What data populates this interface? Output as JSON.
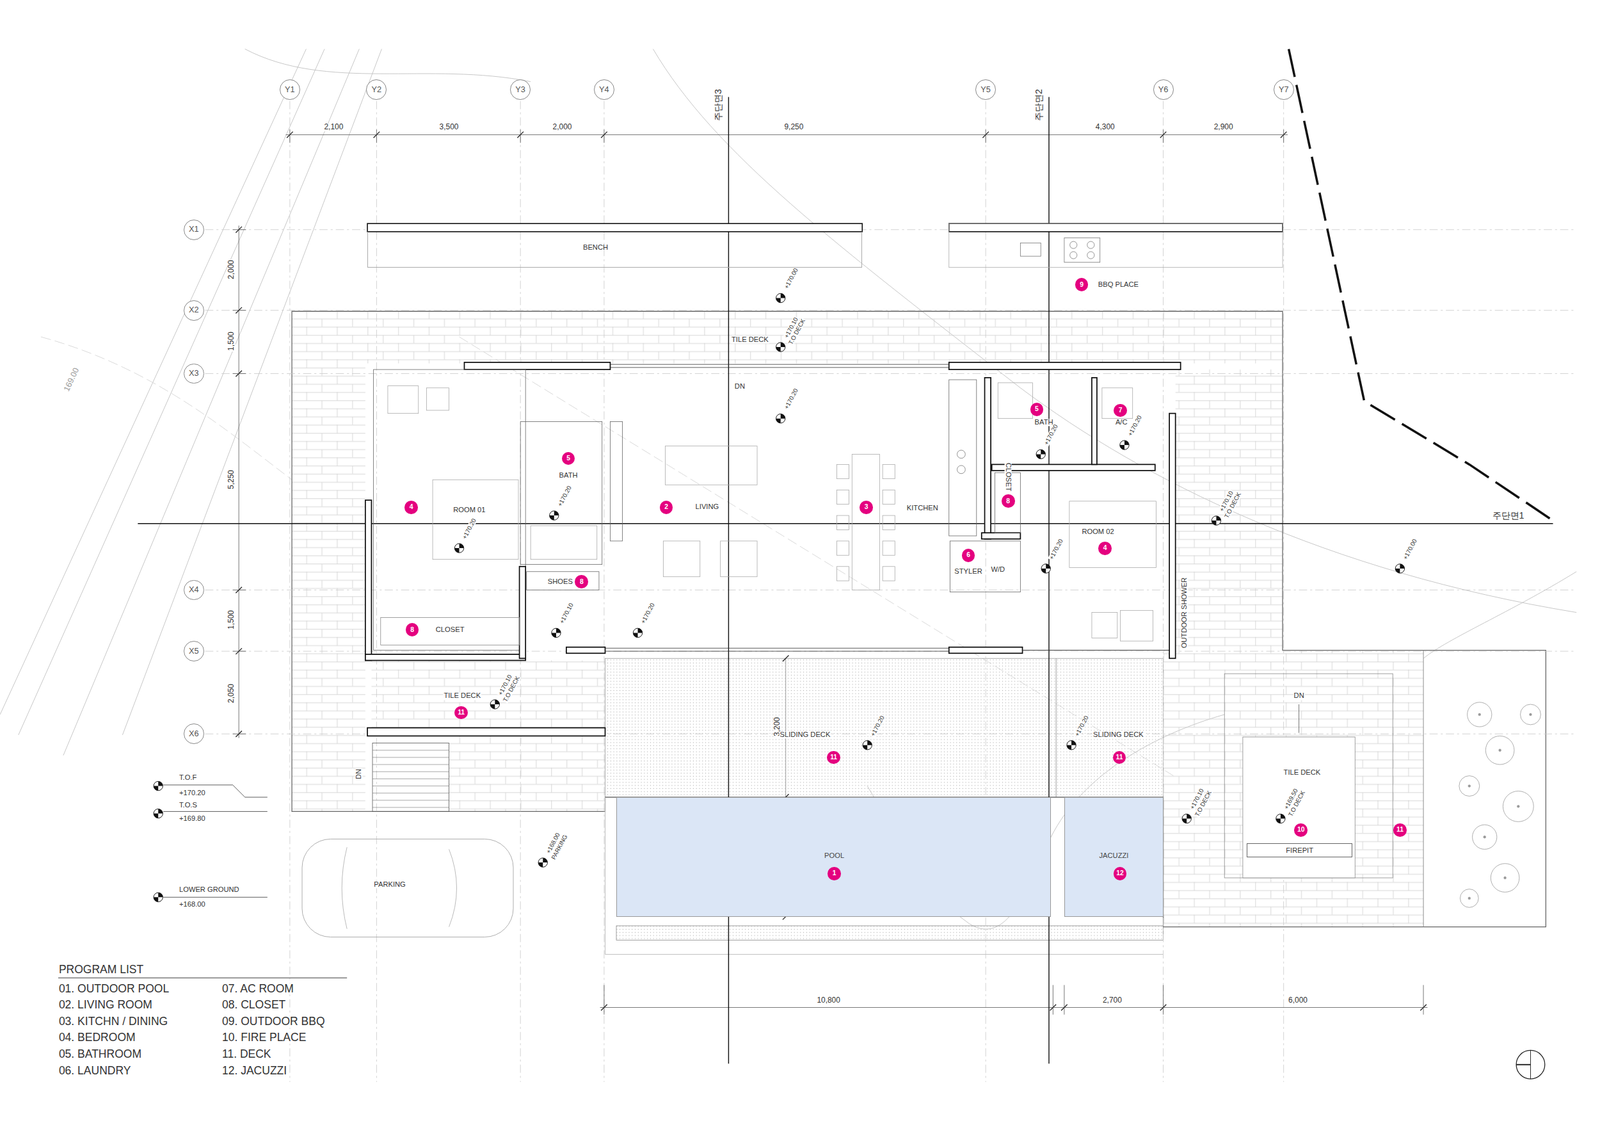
{
  "diagram": {
    "nodes": [
      {
        "text": [
          "BENCH"
        ]
      },
      {
        "text": [
          "POOL"
        ]
      },
      {
        "text": [
          "1"
        ],
        "in": 1
      },
      {
        "text": [
          "JACUZZI"
        ]
      },
      {
        "text": [
          "12"
        ],
        "in": 3
      },
      {
        "text": [
          "FIREPIT"
        ]
      },
      {
        "text": [
          "Y1"
        ]
      },
      {
        "text": [
          "Y2"
        ]
      },
      {
        "text": [
          "Y3"
        ]
      },
      {
        "text": [
          "Y4"
        ]
      },
      {
        "text": [
          "Y5"
        ]
      },
      {
        "text": [
          "Y6"
        ]
      },
      {
        "text": [
          "Y7"
        ]
      },
      {
        "text": [
          "X1"
        ]
      },
      {
        "text": [
          "X2"
        ]
      },
      {
        "text": [
          "X3"
        ]
      },
      {
        "text": [
          "X4"
        ]
      },
      {
        "text": [
          "X5"
        ]
      },
      {
        "text": [
          "X6"
        ]
      },
      {
        "text": [
          "9"
        ]
      },
      {
        "text": [
          "5"
        ]
      },
      {
        "text": [
          "2"
        ]
      },
      {
        "text": [
          "3"
        ]
      },
      {
        "text": [
          "4"
        ]
      },
      {
        "text": [
          "8"
        ]
      },
      {
        "text": [
          "8"
        ]
      },
      {
        "text": [
          "5"
        ]
      },
      {
        "text": [
          "7"
        ]
      },
      {
        "text": [
          "8"
        ]
      },
      {
        "text": [
          "4"
        ]
      },
      {
        "text": [
          "6"
        ]
      },
      {
        "text": [
          "11"
        ]
      },
      {
        "text": [
          "11"
        ]
      },
      {
        "text": [
          "11"
        ]
      },
      {
        "text": [
          "10"
        ]
      },
      {
        "text": [
          "11"
        ]
      }
    ],
    "labels": [
      "주단면3",
      "주단면2",
      "주단면1",
      "2,100",
      "3,500",
      "2,000",
      "9,250",
      "4,300",
      "2,900",
      "2,000",
      "1,500",
      "5,250",
      "1,500",
      "2,050",
      "10,800",
      "2,700",
      "6,000",
      "3,200",
      "3,200",
      "BBQ PLACE",
      "TILE DECK",
      "DN",
      "BATH",
      "LIVING",
      "KITCHEN",
      "ROOM 01",
      "SHOES",
      "CLOSET",
      "BATH",
      "A/C",
      "CLOSET",
      "ROOM 02",
      "STYLER",
      "W/D",
      "OUTDOOR SHOWER",
      "TILE DECK",
      "DN",
      "SLIDING DECK",
      "SLIDING DECK",
      "PARKING",
      "DN",
      "TILE DECK",
      "+170.00",
      "+170.10",
      "T.O DECK",
      "+170.20",
      "+170.20",
      "+170.20",
      "+170.10",
      "+170.20",
      "+170.10",
      "T.O DECK",
      "+170.20",
      "+170.20",
      "+170.20",
      "+170.20",
      "+170.20",
      "+170.10",
      "T.O DECK",
      "+170.00",
      "+170.10",
      "T.O DECK",
      "+169.50",
      "T.O DECK",
      "+168.00",
      "PARKING",
      "T.O.F",
      "+170.20",
      "T.O.S",
      "+169.80",
      "LOWER GROUND",
      "+168.00",
      "PROGRAM LIST",
      "01. OUTDOOR POOL",
      "02. LIVING ROOM",
      "03. KITCHN / DINING",
      "04. BEDROOM",
      "05. BATHROOM",
      "06. LAUNDRY",
      "07. AC ROOM",
      "08. CLOSET",
      "09. OUTDOOR BBQ",
      "10. FIRE PLACE",
      "11. DECK",
      "12. JACUZZI",
      "169.00"
    ]
  }
}
